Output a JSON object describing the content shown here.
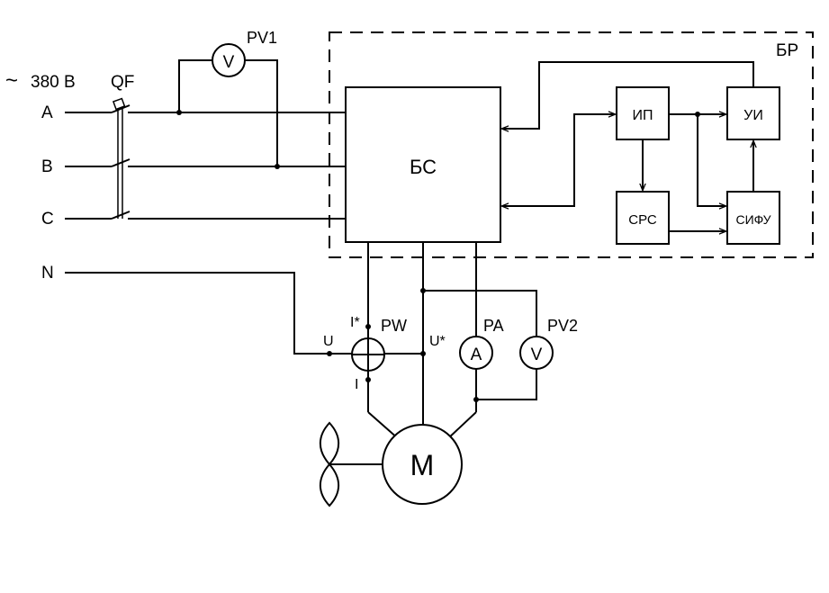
{
  "supply": {
    "voltage": "380 В",
    "tilde": "~",
    "switch": "QF"
  },
  "phases": {
    "a": "A",
    "b": "B",
    "c": "C",
    "n": "N"
  },
  "instruments": {
    "pv1": "PV1",
    "pw": "PW",
    "pa": "PA",
    "pv2": "PV2",
    "volt_glyph": "V",
    "amp_glyph": "A",
    "u": "U",
    "i_star": "I*",
    "i": "I",
    "u_star": "U*"
  },
  "regulator": {
    "frame": "БР",
    "bs": "БС",
    "ip": "ИП",
    "ui": "УИ",
    "srs": "СРС",
    "sifu": "СИФУ"
  },
  "motor": {
    "label": "M"
  }
}
